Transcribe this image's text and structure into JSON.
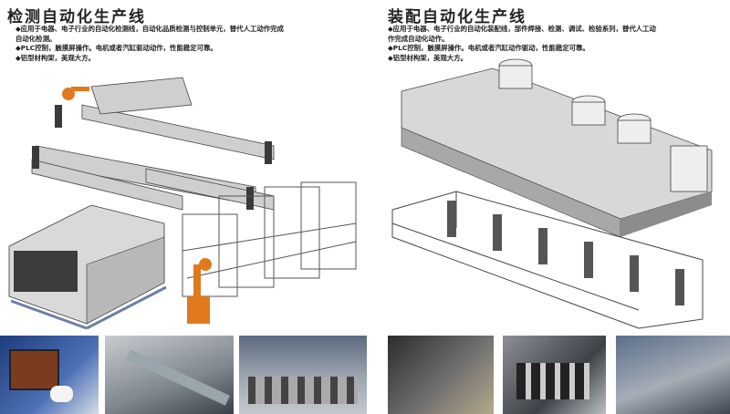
{
  "left": {
    "title": "检测自动化生产线",
    "bullets": [
      "◆应用于电器、电子行业的自动化检测线，自动化品质检测与控制单元，替代人工动作完成",
      "自动化检测。",
      "◆PLC控制，触摸屏操作。电机或者汽缸驱动动作，性能稳定可靠。",
      "◆铝型材构架，美观大方。"
    ]
  },
  "right": {
    "title": "装配自动化生产线",
    "bullets": [
      "◆应用于电器、电子行业的自动化装配线，部件焊接、检测、调试、检验系列，替代人工动",
      "作完成自动化动作。",
      "◆PLC控制，触摸屏操作。电机或者汽缸动作驱动，性能稳定可靠。",
      "◆铝型材构架，美观大方。"
    ]
  },
  "colors": {
    "frame": "#6d7ea8",
    "robot": "#e07a1c",
    "machine": "#d8d8d8",
    "dark": "#3a3a3a"
  }
}
